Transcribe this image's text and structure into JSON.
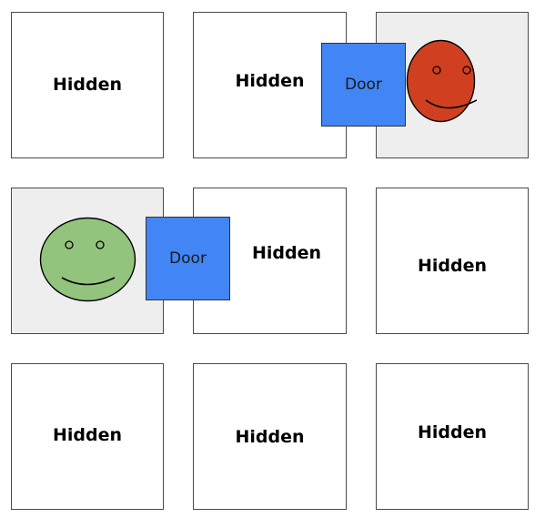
{
  "colors": {
    "room_border": "#4a4a4a",
    "revealed_room": "#eeeeee",
    "door_fill": "#4285f4",
    "face_red": "#d04020",
    "face_green": "#93c47d"
  },
  "rooms": [
    {
      "label": "Hidden",
      "revealed": false
    },
    {
      "label": "Hidden",
      "revealed": false
    },
    {
      "label": "",
      "revealed": true
    },
    {
      "label": "",
      "revealed": true
    },
    {
      "label": "Hidden",
      "revealed": false
    },
    {
      "label": "Hidden",
      "revealed": false
    },
    {
      "label": "Hidden",
      "revealed": false
    },
    {
      "label": "Hidden",
      "revealed": false
    },
    {
      "label": "Hidden",
      "revealed": false
    }
  ],
  "doors": [
    {
      "label": "Door"
    },
    {
      "label": "Door"
    }
  ],
  "faces": [
    {
      "icon": "smiley-face-red-icon",
      "color": "#d04020"
    },
    {
      "icon": "smiley-face-green-icon",
      "color": "#93c47d"
    }
  ]
}
